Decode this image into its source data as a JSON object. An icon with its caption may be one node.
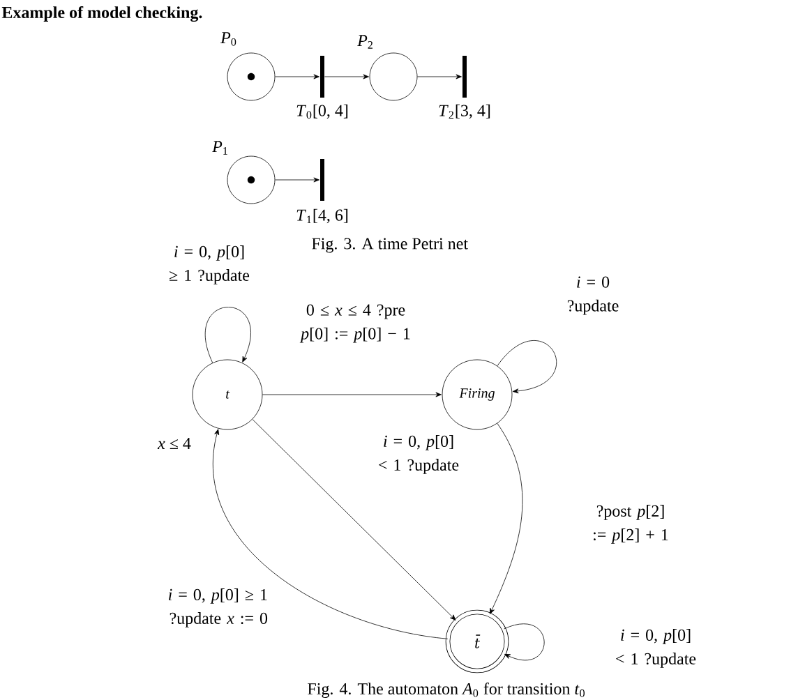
{
  "diagram": {
    "title": "Example of model checking.",
    "caption": "Fig. 4. The automaton *A*$_{0}$ for transition *t*$_{0}$",
    "nodes": [
      {
        "text": [],
        "shape": "circle",
        "beside": [
          "*P*$_{0}$"
        ]
      },
      {
        "text": [],
        "shape": "bar",
        "beside": [
          "*T*$_{0}$[0, 4]"
        ]
      },
      {
        "text": [],
        "shape": "circle",
        "beside": [
          "*P*$_{2}$"
        ]
      },
      {
        "text": [],
        "shape": "bar",
        "beside": [
          "*T*$_{2}$[3, 4]"
        ]
      },
      {
        "text": [],
        "shape": "circle",
        "beside": [
          "*P*$_{1}$"
        ]
      },
      {
        "text": [],
        "shape": "bar",
        "beside": [
          "*T*$_{1}$[4, 6]"
        ]
      },
      {
        "text": [
          "t"
        ],
        "beside": [
          "*x* ≤ 4"
        ]
      },
      {
        "text": [
          "Firing"
        ]
      },
      {
        "text": [
          "t̄"
        ]
      }
    ],
    "edges": [
      {
        "from": 0,
        "to": 1,
        "arrow": "to"
      },
      {
        "from": 1,
        "to": 2,
        "arrow": "to"
      },
      {
        "from": 2,
        "to": 3,
        "arrow": "to"
      },
      {
        "from": 4,
        "to": 5,
        "arrow": "to"
      },
      {
        "from": 6,
        "to": 7,
        "arrow": "to",
        "label": "0 ≤ *x* ≤ 4 ?pre *p*[0] := *p*[0] − 1"
      },
      {
        "from": 6,
        "to": 8,
        "arrow": "to",
        "label": "*i* = 0, *p*[0] < 1 ?update"
      },
      {
        "from": 7,
        "to": 8,
        "arrow": "to",
        "label": "?post *p*[2] := *p*[2] + 1"
      },
      {
        "from": 8,
        "to": 6,
        "arrow": "to",
        "label": "*i* = 0, *p*[0] ≥ 1 ?update *x* := 0"
      },
      {
        "from": 6,
        "to": 6,
        "arrow": "to",
        "label": "*i* = 0, *p*[0] ≥ 1 ?update"
      },
      {
        "from": 7,
        "to": 7,
        "arrow": "to",
        "label": "*i* = 0 ?update"
      },
      {
        "from": 8,
        "to": 8,
        "arrow": "to",
        "label": "*i* = 0, *p*[0] < 1 ?update"
      }
    ],
    "labels": [
      "Fig. 3. A time Petri net"
    ]
  }
}
